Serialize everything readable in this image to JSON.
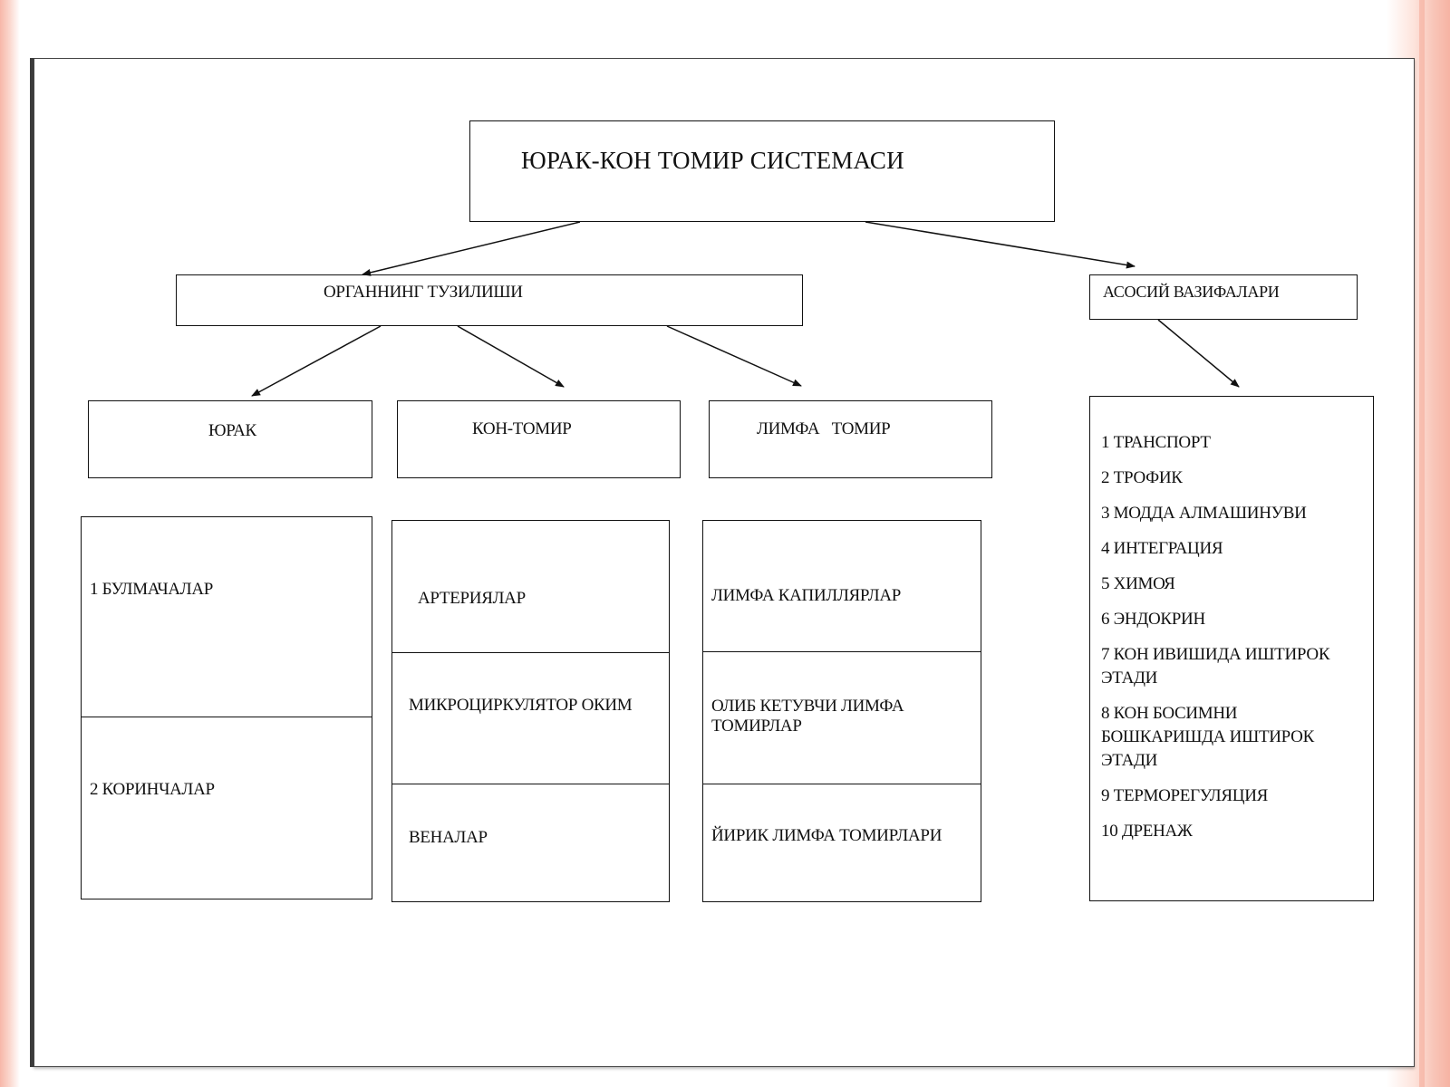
{
  "diagram": {
    "title": "ЮРАК-КОН ТОМИР СИСТЕМАСИ",
    "structure": {
      "label": "ОРГАННИНГ ТУЗИЛИШИ",
      "heart": {
        "label": "ЮРАК",
        "parts": [
          "1 БУЛМАЧАЛАР",
          "2 КОРИНЧАЛАР"
        ]
      },
      "blood_vessel": {
        "label": "КОН-ТОМИР",
        "parts": [
          "АРТЕРИЯЛАР",
          "МИКРОЦИРКУЛЯТОР ОКИМ",
          "ВЕНАЛАР"
        ]
      },
      "lymph_vessel": {
        "label": "ЛИМФА   ТОМИР",
        "parts": [
          "ЛИМФА КАПИЛЛЯРЛАР",
          "ОЛИБ КЕТУВЧИ ЛИМФА ТОМИРЛАР",
          "ЙИРИК ЛИМФА ТОМИРЛАРИ"
        ]
      }
    },
    "functions": {
      "label": "АСОСИЙ ВАЗИФАЛАРИ",
      "items": [
        "1 ТРАНСПОРТ",
        "2 ТРОФИК",
        "3 МОДДА АЛМАШИНУВИ",
        "4 ИНТЕГРАЦИЯ",
        "5 ХИМОЯ",
        "6 ЭНДОКРИН",
        "7 КОН ИВИШИДА ИШТИРОК ЭТАДИ",
        "8 КОН БОСИМНИ БОШКАРИШДА ИШТИРОК ЭТАДИ",
        "9 ТЕРМОРЕГУЛЯЦИЯ",
        "10 ДРЕНАЖ"
      ]
    }
  }
}
